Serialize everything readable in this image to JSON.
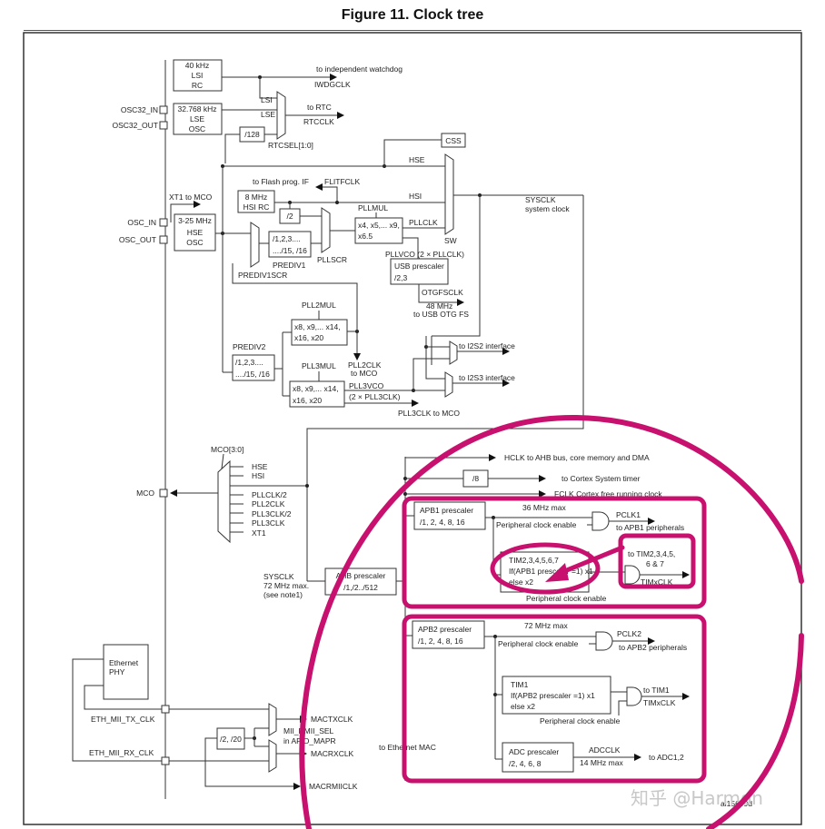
{
  "figure": {
    "title": "Figure 11. Clock tree",
    "figure_id": "ai15699d",
    "annotation_color": "#c8106e",
    "watermark": "知乎 @Harmon"
  },
  "oscillators": {
    "lsi": [
      "40 kHz",
      "LSI",
      "RC"
    ],
    "lse": [
      "32.768 kHz",
      "LSE",
      "OSC"
    ],
    "hsi": [
      "8 MHz",
      "HSI RC"
    ],
    "hse": [
      "3-25 MHz",
      "HSE",
      "OSC"
    ]
  },
  "pins": {
    "osc32_in": "OSC32_IN",
    "osc32_out": "OSC32_OUT",
    "osc_in": "OSC_IN",
    "osc_out": "OSC_OUT",
    "mco": "MCO",
    "eth_tx": "ETH_MII_TX_CLK",
    "eth_rx": "ETH_MII_RX_CLK"
  },
  "rtc": {
    "to_iwdg": "to independent watchdog",
    "iwdgclk": "IWDGCLK",
    "lsi_in": "LSI",
    "lse_in": "LSE",
    "div128": "/128",
    "to_rtc": "to RTC",
    "rtcclk": "RTCCLK",
    "rtcsel": "RTCSEL[1:0]"
  },
  "system": {
    "css": "CSS",
    "hse": "HSE",
    "hsi": "HSI",
    "to_flash": "to Flash prog. IF",
    "flitfclk": "FLITFCLK",
    "div2": "/2",
    "pllmul": "PLLMUL",
    "pllmul_vals": [
      "x4, x5,... x9,",
      "x6.5"
    ],
    "pllclk": "PLLCLK",
    "sw": "SW",
    "sysclk": "SYSCLK",
    "system_clock": "system clock",
    "xt1_mco": "XT1 to MCO",
    "prediv1_vals": [
      "/1,2,3....",
      "..../15, /16"
    ],
    "prediv1": "PREDIV1",
    "prediv1scr": "PREDIV1SCR",
    "pllscr": "PLLSCR",
    "pllvco": "PLLVCO (2 × PLLCLK)",
    "usb_prescaler": [
      "USB prescaler",
      "/2,3"
    ],
    "otgfsclk": "OTGFSCLK",
    "usb_out": [
      "48 MHz",
      "to USB OTG FS"
    ]
  },
  "pll23": {
    "prediv2": "PREDIV2",
    "prediv2_vals": [
      "/1,2,3....",
      "..../15, /16"
    ],
    "pll2mul": "PLL2MUL",
    "pll2mul_vals": [
      "x8, x9,... x14,",
      "x16, x20"
    ],
    "pll3mul": "PLL3MUL",
    "pll3mul_vals": [
      "x8, x9,... x14,",
      "x16, x20"
    ],
    "pll2clk_mco": [
      "PLL2CLK",
      "to MCO"
    ],
    "pll3vco": [
      "PLL3VCO",
      "(2 × PLL3CLK)"
    ],
    "pll3clk_mco": "PLL3CLK to MCO",
    "i2s2": "to I2S2 interface",
    "i2s3": "to I2S3 interface"
  },
  "mco_mux": {
    "select": "MCO[3:0]",
    "inputs": [
      "HSE",
      "HSI",
      "",
      "PLLCLK/2",
      "PLL2CLK",
      "PLL3CLK/2",
      "PLL3CLK",
      "XT1"
    ]
  },
  "bus": {
    "sysclk_note": [
      "SYSCLK",
      "72 MHz max.",
      "(see note1)"
    ],
    "ahb_prescaler": [
      "AHB prescaler",
      "/1,/2../512"
    ],
    "hclk": "HCLK to AHB bus, core memory and DMA",
    "div8": "/8",
    "cortex_timer": "to Cortex System timer",
    "fclk": "FCLK Cortex free running clock",
    "apb1_prescaler": [
      "APB1 prescaler",
      "/1, 2, 4, 8, 16"
    ],
    "apb1_max": "36 MHz max",
    "periph_enable": "Peripheral clock enable",
    "pclk1": "PCLK1",
    "apb1_periph": "to APB1 peripherals",
    "tim_apb1": [
      "TIM2,3,4,5,6,7",
      "If(APB1 prescaler =1) x1",
      "else x2"
    ],
    "to_tim2": [
      "to TIM2,3,4,5,",
      "6 & 7"
    ],
    "timxclk": "TIMxCLK",
    "apb2_prescaler": [
      "APB2 prescaler",
      "/1, 2, 4, 8, 16"
    ],
    "apb2_max": "72 MHz max",
    "pclk2": "PCLK2",
    "apb2_periph": "to APB2 peripherals",
    "tim1": [
      "TIM1",
      "If(APB2 prescaler =1) x1",
      "else x2"
    ],
    "to_tim1": "to TIM1",
    "adc_prescaler": [
      "ADC prescaler",
      "/2, 4, 6, 8"
    ],
    "adcclk": "ADCCLK",
    "adc_max": "14 MHz max",
    "to_adc": "to ADC1,2"
  },
  "ethernet": {
    "phy": [
      "Ethernet",
      "PHY"
    ],
    "div": "/2, /20",
    "mii_sel": [
      "MII_RMII_SEL",
      "in AFIO_MAPR"
    ],
    "mactxclk": "MACTXCLK",
    "macrxclk": "MACRXCLK",
    "macrmiiclk": "MACRMIICLK",
    "to_mac": "to Ethernet MAC"
  }
}
